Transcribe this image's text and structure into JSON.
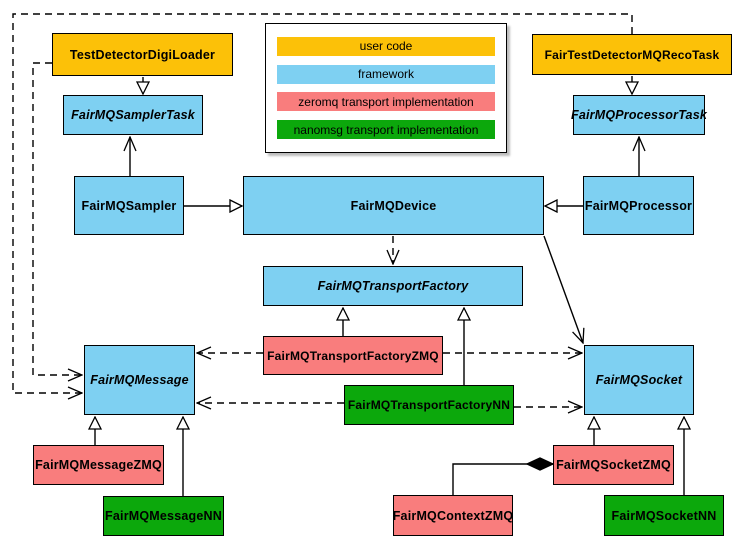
{
  "legend": {
    "items": [
      {
        "label": "user code",
        "type": "user-code",
        "color": "#FCC108"
      },
      {
        "label": "framework",
        "type": "framework",
        "color": "#7ED0F2"
      },
      {
        "label": "zeromq transport implementation",
        "type": "zeromq",
        "color": "#F97D7D"
      },
      {
        "label": "nanomsg transport implementation",
        "type": "nanomsg",
        "color": "#0CA80C"
      }
    ]
  },
  "nodes": {
    "testDetectorDigiLoader": {
      "label": "TestDetectorDigiLoader",
      "type": "user code"
    },
    "fairTestDetectorMQRecoTask": {
      "label": "FairTestDetectorMQRecoTask",
      "type": "user code"
    },
    "fairMQSamplerTask": {
      "label": "FairMQSamplerTask",
      "type": "framework",
      "abstract": true
    },
    "fairMQProcessorTask": {
      "label": "FairMQProcessorTask",
      "type": "framework",
      "abstract": true
    },
    "fairMQSampler": {
      "label": "FairMQSampler",
      "type": "framework"
    },
    "fairMQDevice": {
      "label": "FairMQDevice",
      "type": "framework"
    },
    "fairMQProcessor": {
      "label": "FairMQProcessor",
      "type": "framework"
    },
    "fairMQTransportFactory": {
      "label": "FairMQTransportFactory",
      "type": "framework",
      "abstract": true
    },
    "fairMQTransportFactoryZMQ": {
      "label": "FairMQTransportFactoryZMQ",
      "type": "zeromq"
    },
    "fairMQTransportFactoryNN": {
      "label": "FairMQTransportFactoryNN",
      "type": "nanomsg"
    },
    "fairMQMessage": {
      "label": "FairMQMessage",
      "type": "framework",
      "abstract": true
    },
    "fairMQSocket": {
      "label": "FairMQSocket",
      "type": "framework",
      "abstract": true
    },
    "fairMQMessageZMQ": {
      "label": "FairMQMessageZMQ",
      "type": "zeromq"
    },
    "fairMQMessageNN": {
      "label": "FairMQMessageNN",
      "type": "nanomsg"
    },
    "fairMQContextZMQ": {
      "label": "FairMQContextZMQ",
      "type": "zeromq"
    },
    "fairMQSocketZMQ": {
      "label": "FairMQSocketZMQ",
      "type": "zeromq"
    },
    "fairMQSocketNN": {
      "label": "FairMQSocketNN",
      "type": "nanomsg"
    }
  },
  "colors": {
    "user_code": "#FCC108",
    "framework": "#7ED0F2",
    "zeromq": "#F97D7D",
    "nanomsg": "#0CA80C",
    "border": "#000000",
    "background": "#FFFFFF"
  }
}
